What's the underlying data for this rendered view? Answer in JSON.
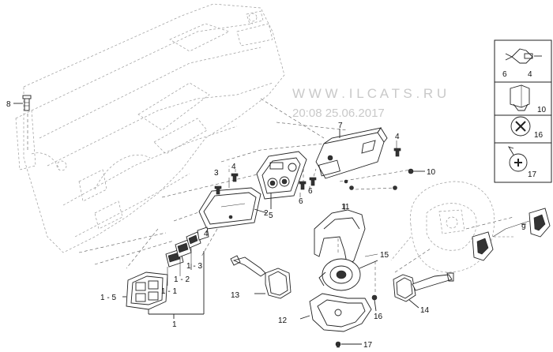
{
  "watermark": {
    "site": "W W W . I L C A T S . R U",
    "timestamp": "20:08 25.06.2017"
  },
  "callouts": {
    "p1": "1",
    "p1_1": "1 - 1",
    "p1_2": "1 - 2",
    "p1_3": "1 - 3",
    "p1_5": "1 - 5",
    "p2": "2",
    "p3": "3",
    "p4a": "4",
    "p4b": "4",
    "p4c": "4",
    "p5": "5",
    "p6a": "6",
    "p6b": "6",
    "p7": "7",
    "p8": "8",
    "p9": "9",
    "p10": "10",
    "p11": "11",
    "p12": "12",
    "p13": "13",
    "p14": "14",
    "p15": "15",
    "p16": "16",
    "p17": "17"
  },
  "fastener_legend": {
    "row1_left": "6",
    "row1_right": "4",
    "row2": "10",
    "row3": "16",
    "row4": "17"
  }
}
